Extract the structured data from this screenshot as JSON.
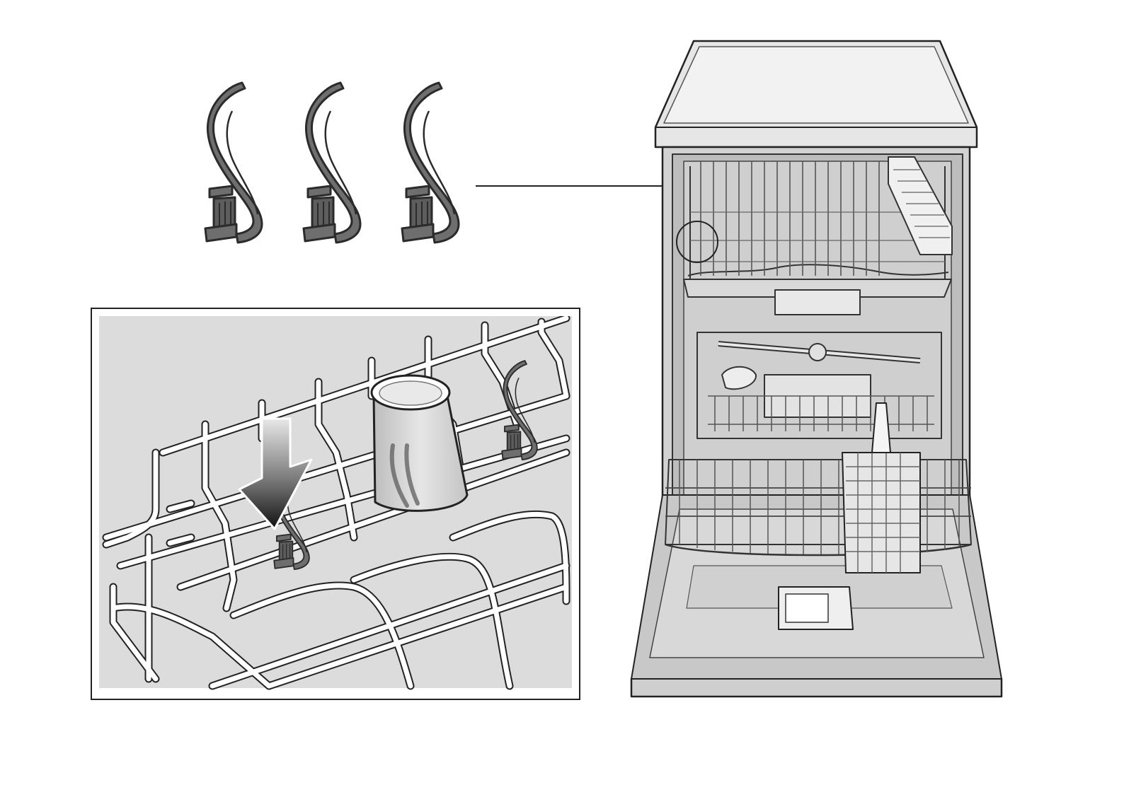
{
  "figure": {
    "clips": {
      "count": 3,
      "icon": "glass-holder-clip-icon"
    },
    "inset": {
      "contents": [
        "rack-wire",
        "glass",
        "down-arrow",
        "clip"
      ]
    },
    "dishwasher": {
      "callout": "upper-rack-clip-location"
    },
    "colors": {
      "clip": "#6e6e6e",
      "clip_outline": "#2b2b2b",
      "inset_background": "#dcdcdc",
      "appliance_fill": "#d6d6d6",
      "line": "#222222"
    }
  }
}
